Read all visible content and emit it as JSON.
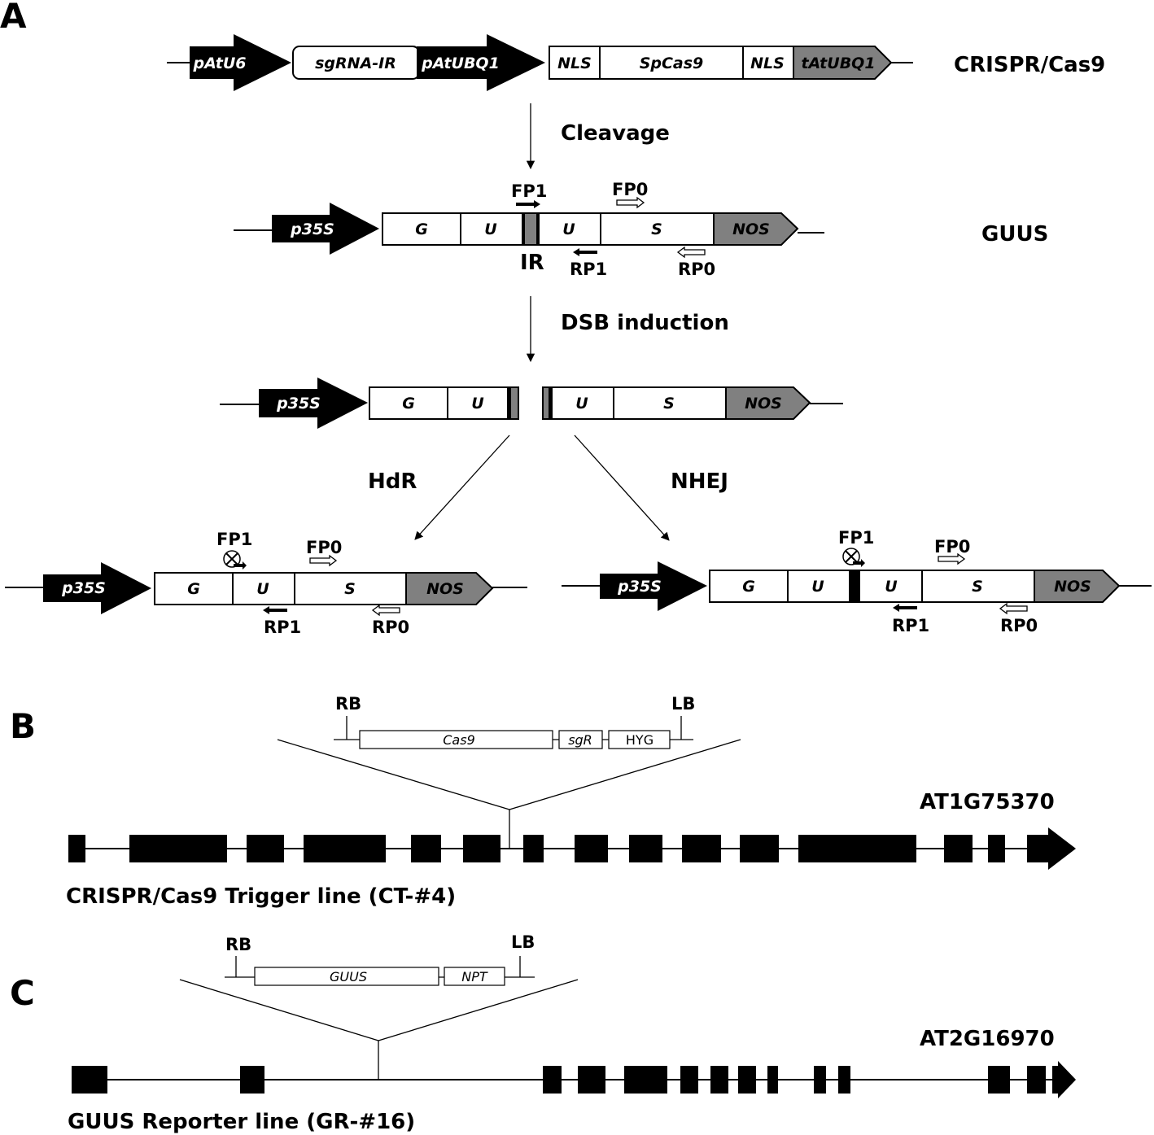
{
  "panels": {
    "a": "A",
    "b": "B",
    "c": "C"
  },
  "construct_a": {
    "pAtU6": "pAtU6",
    "sgRNA_IR": "sgRNA-IR",
    "pAtUBQ1": "pAtUBQ1",
    "NLS": "NLS",
    "SpCas9": "SpCas9",
    "tAtUBQ1": "tAtUBQ1",
    "name": "CRISPR/Cas9"
  },
  "steps": {
    "cleavage": "Cleavage",
    "dsb": "DSB induction",
    "hdr": "HdR",
    "nhej": "NHEJ"
  },
  "reporter": {
    "p35S": "p35S",
    "G": "G",
    "U": "U",
    "S": "S",
    "NOS": "NOS",
    "IR": "IR",
    "name": "GUUS"
  },
  "primers": {
    "FP1": "FP1",
    "FP0": "FP0",
    "RP1": "RP1",
    "RP0": "RP0"
  },
  "panel_b": {
    "RB": "RB",
    "LB": "LB",
    "Cas9": "Cas9",
    "sgR": "sgR",
    "HYG": "HYG",
    "gene": "AT1G75370",
    "line": "CRISPR/Cas9 Trigger line (CT-#4)"
  },
  "panel_c": {
    "RB": "RB",
    "LB": "LB",
    "GUUS": "GUUS",
    "NPT": "NPT",
    "gene": "AT2G16970",
    "line": "GUUS Reporter line (GR-#16)"
  },
  "colors": {
    "black": "#000000",
    "gray": "#808080",
    "white": "#ffffff"
  }
}
